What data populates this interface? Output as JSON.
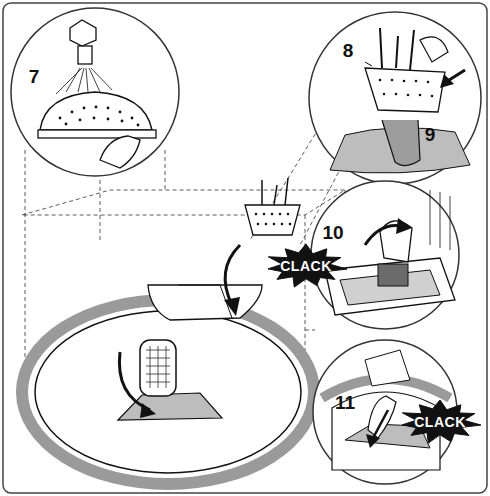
{
  "diagram": {
    "labels": [
      "7",
      "8",
      "9",
      "10",
      "11",
      "CLACK",
      "CLACK"
    ]
  }
}
